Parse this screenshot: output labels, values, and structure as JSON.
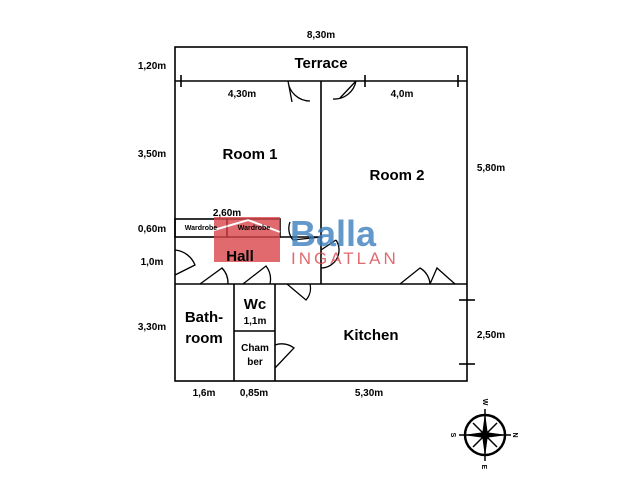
{
  "rooms": {
    "terrace": "Terrace",
    "room1": "Room 1",
    "room2": "Room 2",
    "wardrobe1": "Wardrobe",
    "wardrobe2": "Wardrobe",
    "hall": "Hall",
    "bathroom_1": "Bath-",
    "bathroom_2": "room",
    "wc": "Wc",
    "wc_size": "1,1m",
    "chamber_1": "Cham",
    "chamber_2": "ber",
    "kitchen": "Kitchen"
  },
  "dimensions": {
    "top_width": "8,30m",
    "terrace_depth": "1,20m",
    "room1_width": "4,30m",
    "room2_width": "4,0m",
    "room1_depth": "3,50m",
    "right_depth": "5,80m",
    "wardrobe_width": "2,60m",
    "wardrobe_depth": "0,60m",
    "hall_depth": "1,0m",
    "bottom_depth": "3,30m",
    "kitchen_depth": "2,50m",
    "bathroom_width": "1,6m",
    "wc_width": "0,85m",
    "kitchen_width": "5,30m"
  },
  "watermark": {
    "brand": "Balla",
    "sub": "INGATLAN",
    "red": "#d9464b",
    "blue": "#3d7fbf"
  },
  "compass": {
    "top": "W",
    "left": "S",
    "right": "N",
    "bottom": "E"
  }
}
